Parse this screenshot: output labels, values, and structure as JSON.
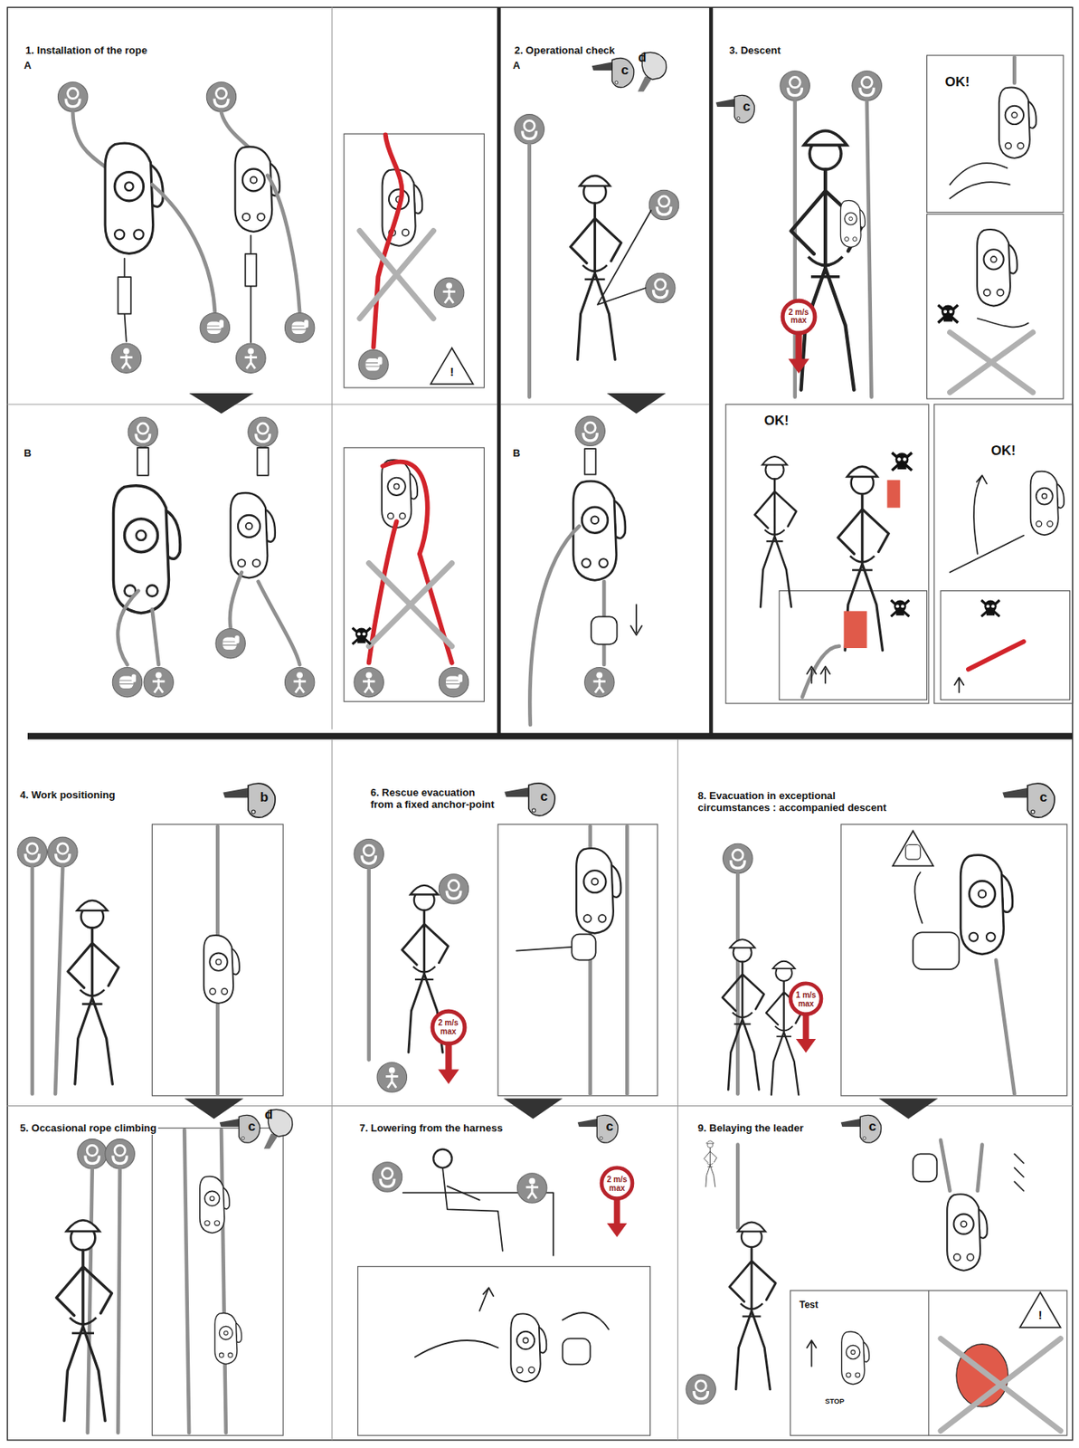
{
  "diagram": {
    "nodes": [
      {
        "text": [
          "1. Installation of the rope"
        ]
      },
      {
        "text": [
          "2. Operational check"
        ]
      },
      {
        "text": [
          "c"
        ],
        "in": 1
      },
      {
        "text": [
          "d"
        ],
        "in": 1
      },
      {
        "text": [
          "3. Descent"
        ]
      },
      {
        "text": [
          "c"
        ],
        "in": 4
      },
      {
        "text": [
          "2 m/s max"
        ],
        "in": 4
      },
      {
        "text": [
          "4. Work positioning"
        ]
      },
      {
        "text": [
          "b"
        ],
        "in": 7
      },
      {
        "text": [
          "5. Occasional rope climbing"
        ]
      },
      {
        "text": [
          "c"
        ],
        "in": 9
      },
      {
        "text": [
          "d"
        ],
        "in": 9
      },
      {
        "text": [
          "6. Rescue evacuation from a fixed anchor-point"
        ]
      },
      {
        "text": [
          "c"
        ],
        "in": 12
      },
      {
        "text": [
          "2 m/s max"
        ],
        "in": 12
      },
      {
        "text": [
          "7. Lowering from the harness"
        ]
      },
      {
        "text": [
          "c"
        ],
        "in": 15
      },
      {
        "text": [
          "2 m/s max"
        ],
        "in": 15
      },
      {
        "text": [
          "8. Evacuation in exceptional circumstances : accompanied descent"
        ]
      },
      {
        "text": [
          "c"
        ],
        "in": 18
      },
      {
        "text": [
          "1 m/s max"
        ],
        "in": 18
      },
      {
        "text": [
          "9. Belaying the leader"
        ]
      },
      {
        "text": [
          "c"
        ],
        "in": 21
      }
    ],
    "labels": [
      "A",
      "!",
      "B",
      "A",
      "B",
      "OK!",
      "OK!",
      "OK!",
      "Test",
      "!",
      "STOP"
    ]
  }
}
